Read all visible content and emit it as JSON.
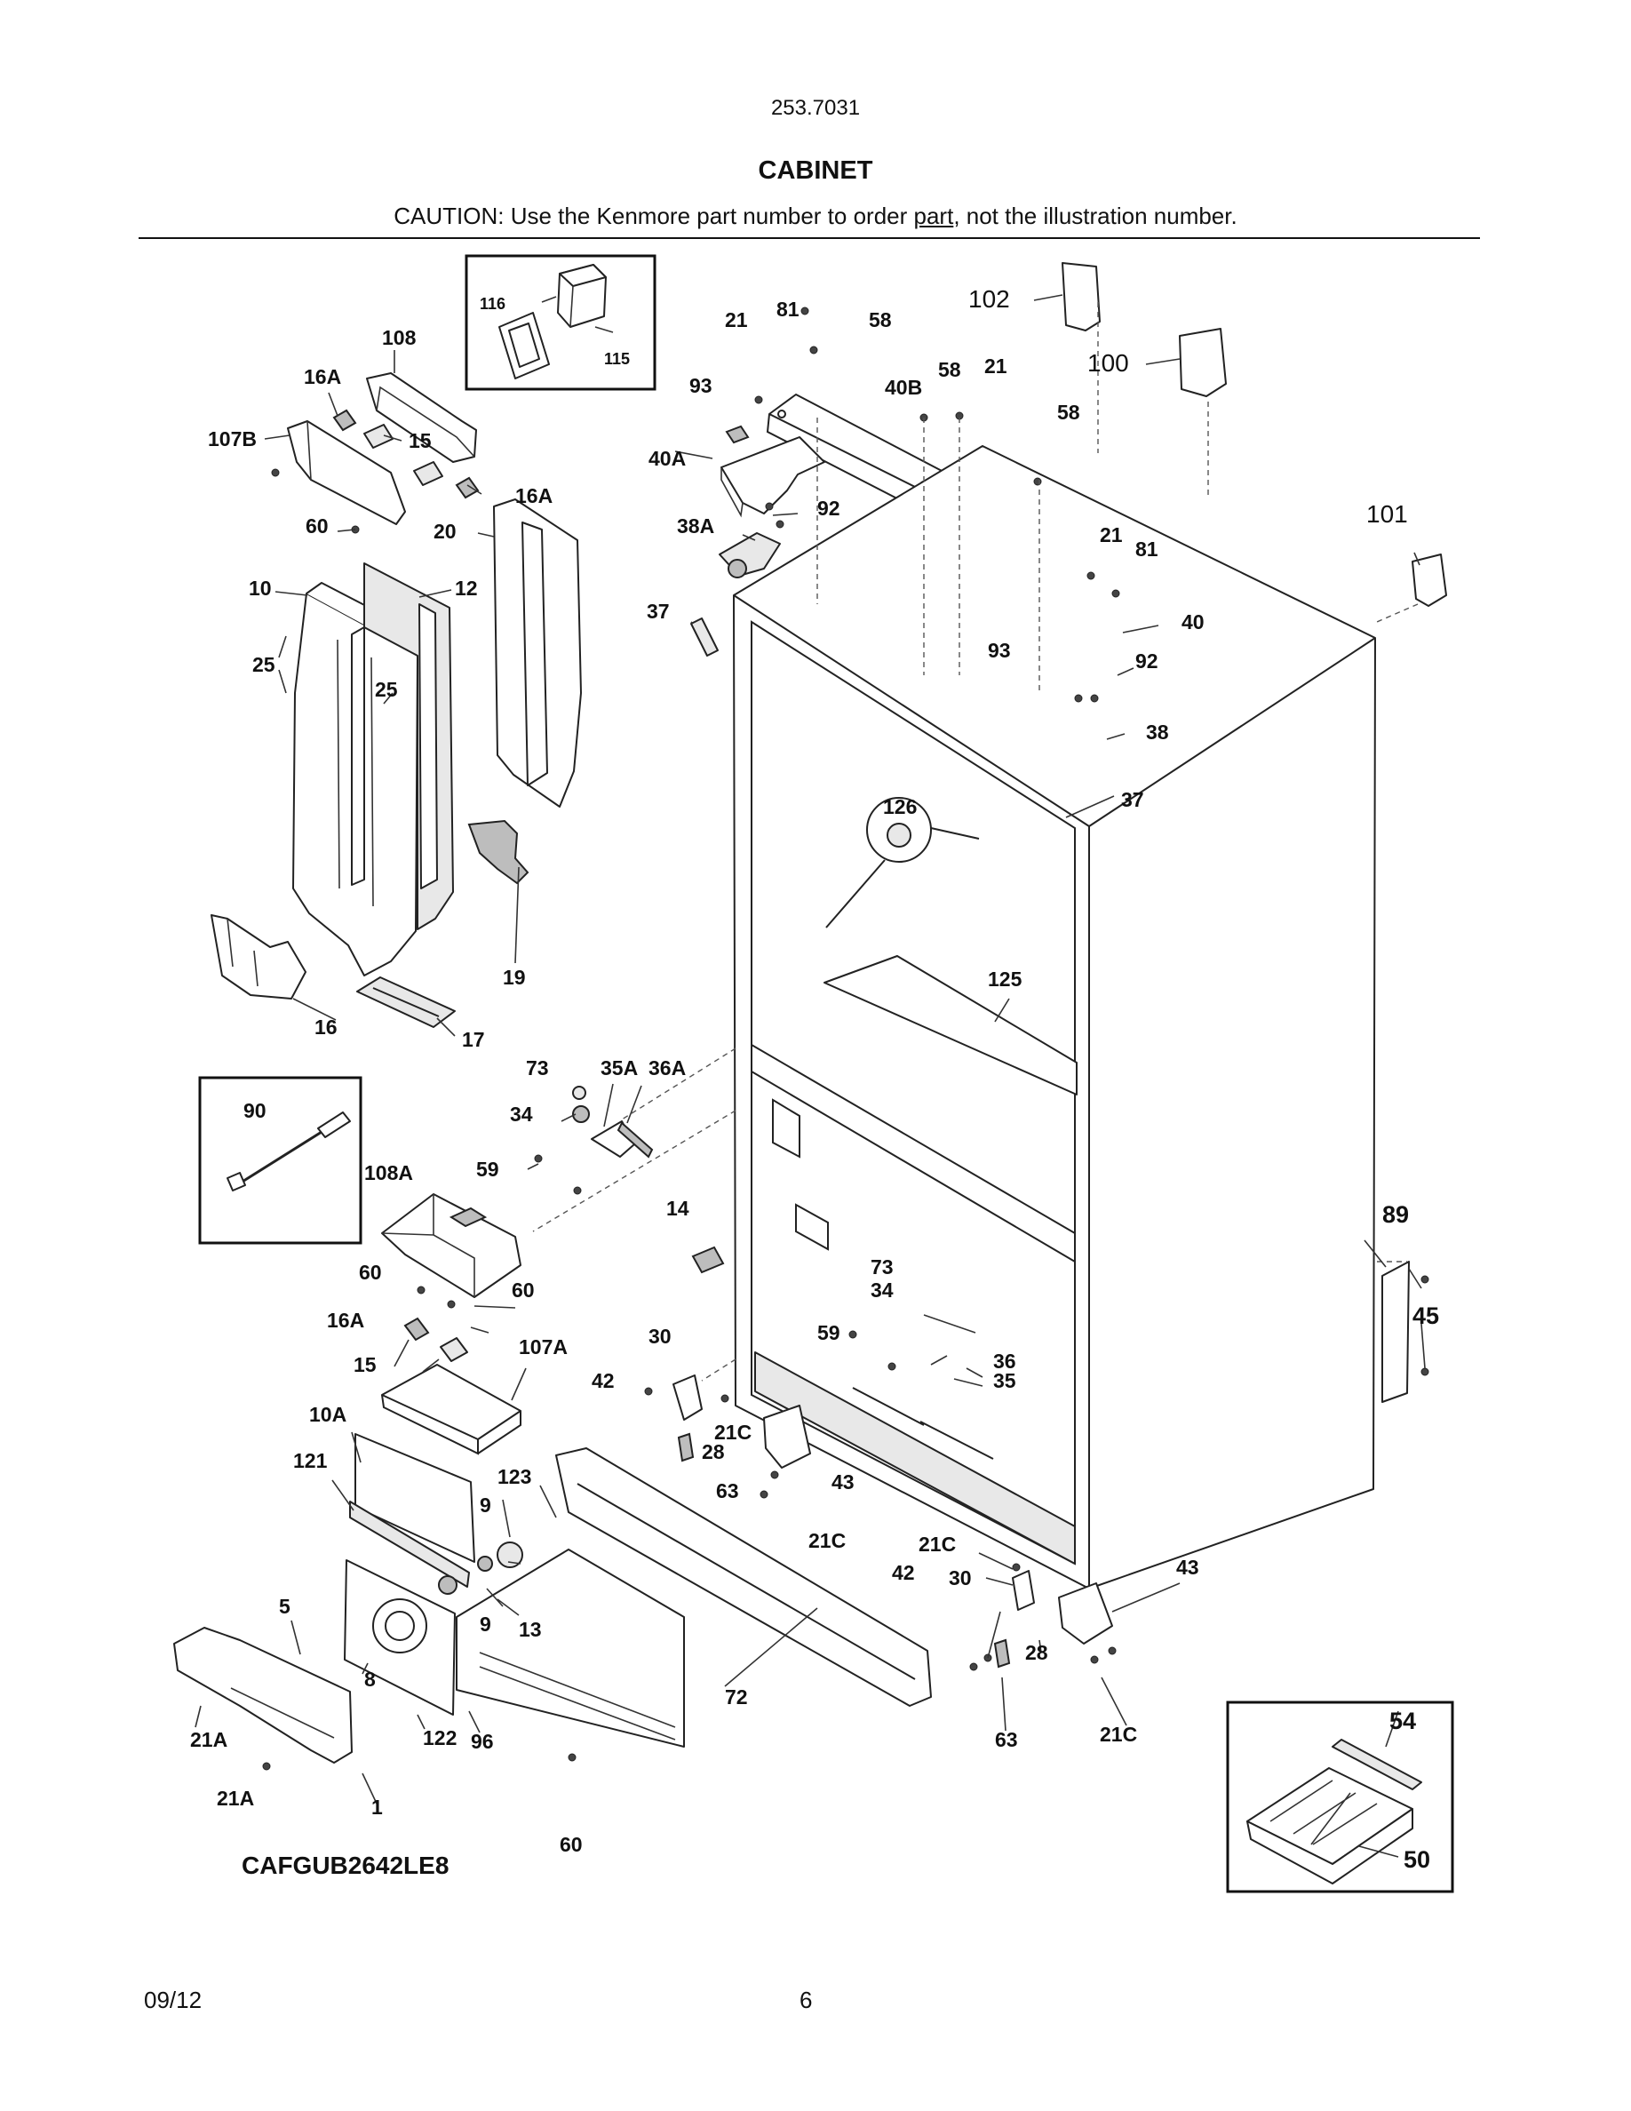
{
  "header": {
    "model_code": "253.7031",
    "section_title": "CABINET",
    "caution_before": "CAUTION: Use the Kenmore part number to order ",
    "caution_link": "part",
    "caution_after": ", not the illustration number."
  },
  "diagram": {
    "model_number": "CAFGUB2642LE8",
    "callouts": {
      "c116": "116",
      "c115": "115",
      "c108": "108",
      "c16a_1": "16A",
      "c107b": "107B",
      "c15_1": "15",
      "c16a_2": "16A",
      "c60_1": "60",
      "c20": "20",
      "c10": "10",
      "c12": "12",
      "c25_1": "25",
      "c25_2": "25",
      "c19": "19",
      "c16": "16",
      "c17": "17",
      "c21_1": "21",
      "c81_1": "81",
      "c58_1": "58",
      "c93_1": "93",
      "c40b": "40B",
      "c58_2": "58",
      "c21_2": "21",
      "c58_3": "58",
      "c40a": "40A",
      "c92_1": "92",
      "c38a": "38A",
      "c37_1": "37",
      "c102": "102",
      "c100": "100",
      "c101": "101",
      "c21_3": "21",
      "c81_2": "81",
      "c40": "40",
      "c93_2": "93",
      "c92_2": "92",
      "c38": "38",
      "c37_2": "37",
      "c126": "126",
      "c125": "125",
      "c73_1": "73",
      "c35a": "35A",
      "c36a": "36A",
      "c34_1": "34",
      "c59_1": "59",
      "c90": "90",
      "c108a": "108A",
      "c14": "14",
      "c60_2": "60",
      "c60_3": "60",
      "c16a_3": "16A",
      "c107a": "107A",
      "c15_2": "15",
      "c30_1": "30",
      "c42_1": "42",
      "c21c_1": "21C",
      "c28_1": "28",
      "c63_1": "63",
      "c43_1": "43",
      "c21c_2": "21C",
      "c10a": "10A",
      "c121": "121",
      "c123": "123",
      "c9_1": "9",
      "c9_2": "9",
      "c13": "13",
      "c5": "5",
      "c8": "8",
      "c21a_1": "21A",
      "c122": "122",
      "c96": "96",
      "c21a_2": "21A",
      "c1": "1",
      "c72": "72",
      "c60_4": "60",
      "c73_2": "73",
      "c34_2": "34",
      "c59_2": "59",
      "c36": "36",
      "c35": "35",
      "c89": "89",
      "c45": "45",
      "c21c_3": "21C",
      "c42_2": "42",
      "c30_2": "30",
      "c43_2": "43",
      "c28_2": "28",
      "c63_2": "63",
      "c21c_4": "21C",
      "c54": "54",
      "c50": "50"
    }
  },
  "footer": {
    "date": "09/12",
    "page_number": "6"
  }
}
